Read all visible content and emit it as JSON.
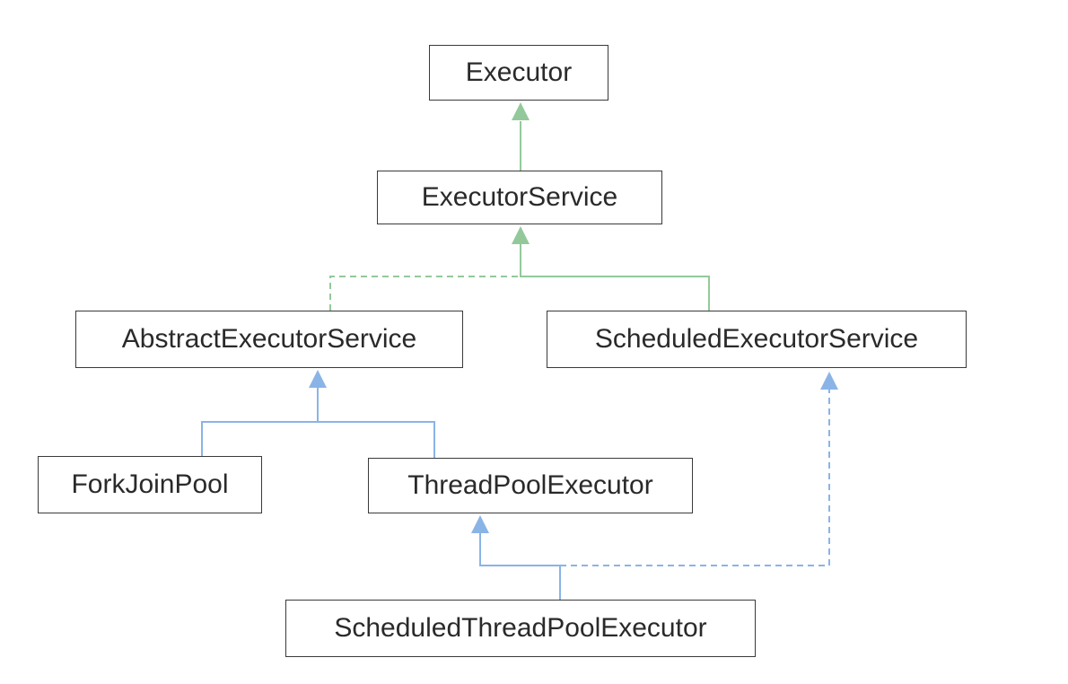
{
  "diagram": {
    "colors": {
      "interface_link": "#93c99a",
      "class_link": "#8ab4e6",
      "box_border": "#3a3a3a",
      "text": "#2a2a2a"
    },
    "nodes": [
      {
        "id": "executor",
        "label": "Executor"
      },
      {
        "id": "executor_service",
        "label": "ExecutorService"
      },
      {
        "id": "abstract_executor_service",
        "label": "AbstractExecutorService"
      },
      {
        "id": "scheduled_executor_service",
        "label": "ScheduledExecutorService"
      },
      {
        "id": "fork_join_pool",
        "label": "ForkJoinPool"
      },
      {
        "id": "thread_pool_executor",
        "label": "ThreadPoolExecutor"
      },
      {
        "id": "scheduled_thread_pool_executor",
        "label": "ScheduledThreadPoolExecutor"
      }
    ],
    "edges": [
      {
        "from": "executor_service",
        "to": "executor",
        "style": "solid",
        "color": "#93c99a"
      },
      {
        "from": "abstract_executor_service",
        "to": "executor_service",
        "style": "dashed",
        "color": "#93c99a"
      },
      {
        "from": "scheduled_executor_service",
        "to": "executor_service",
        "style": "solid",
        "color": "#93c99a"
      },
      {
        "from": "fork_join_pool",
        "to": "abstract_executor_service",
        "style": "solid",
        "color": "#8ab4e6"
      },
      {
        "from": "thread_pool_executor",
        "to": "abstract_executor_service",
        "style": "solid",
        "color": "#8ab4e6"
      },
      {
        "from": "scheduled_thread_pool_executor",
        "to": "thread_pool_executor",
        "style": "solid",
        "color": "#8ab4e6"
      },
      {
        "from": "scheduled_thread_pool_executor",
        "to": "scheduled_executor_service",
        "style": "dashed",
        "color": "#8ab4e6"
      }
    ]
  }
}
